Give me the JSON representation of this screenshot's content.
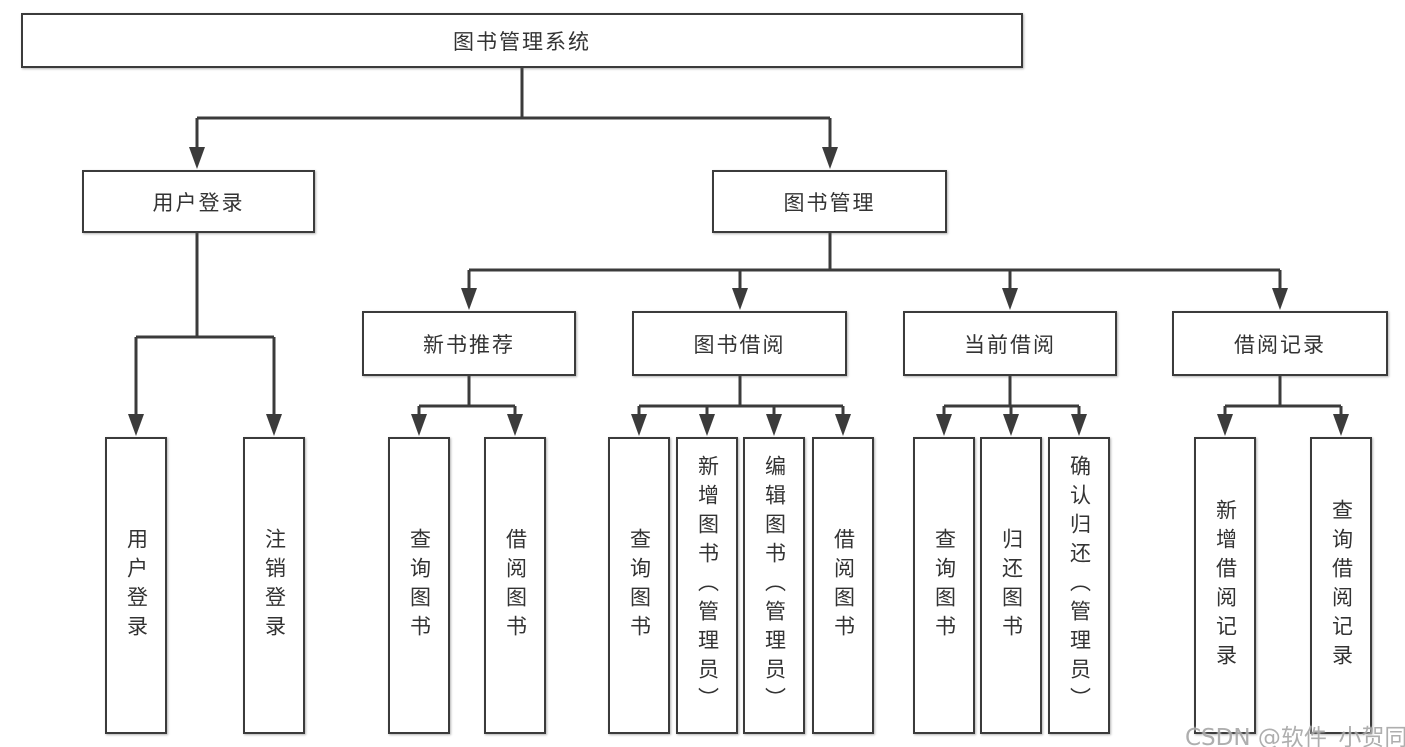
{
  "diagram": {
    "type": "tree-diagram",
    "colors": {
      "line": "#3b3b3b",
      "box_border": "#3b3b3b",
      "box_background": "#ffffff",
      "text": "#333333",
      "watermark_text": "#a0a0a0"
    },
    "watermark": "CSDN @软件_小贺同学",
    "root": {
      "label": "图书管理系统",
      "children": [
        {
          "label": "用户登录",
          "children": [
            {
              "label": "用户登录"
            },
            {
              "label": "注销登录"
            }
          ]
        },
        {
          "label": "图书管理",
          "children": [
            {
              "label": "新书推荐",
              "children": [
                {
                  "label": "查询图书"
                },
                {
                  "label": "借阅图书"
                }
              ]
            },
            {
              "label": "图书借阅",
              "children": [
                {
                  "label": "查询图书"
                },
                {
                  "label": "新增图书（管理员）"
                },
                {
                  "label": "编辑图书（管理员）"
                },
                {
                  "label": "借阅图书"
                }
              ]
            },
            {
              "label": "当前借阅",
              "children": [
                {
                  "label": "查询图书"
                },
                {
                  "label": "归还图书"
                },
                {
                  "label": "确认归还（管理员）"
                }
              ]
            },
            {
              "label": "借阅记录",
              "children": [
                {
                  "label": "新增借阅记录"
                },
                {
                  "label": "查询借阅记录"
                }
              ]
            }
          ]
        }
      ]
    }
  }
}
